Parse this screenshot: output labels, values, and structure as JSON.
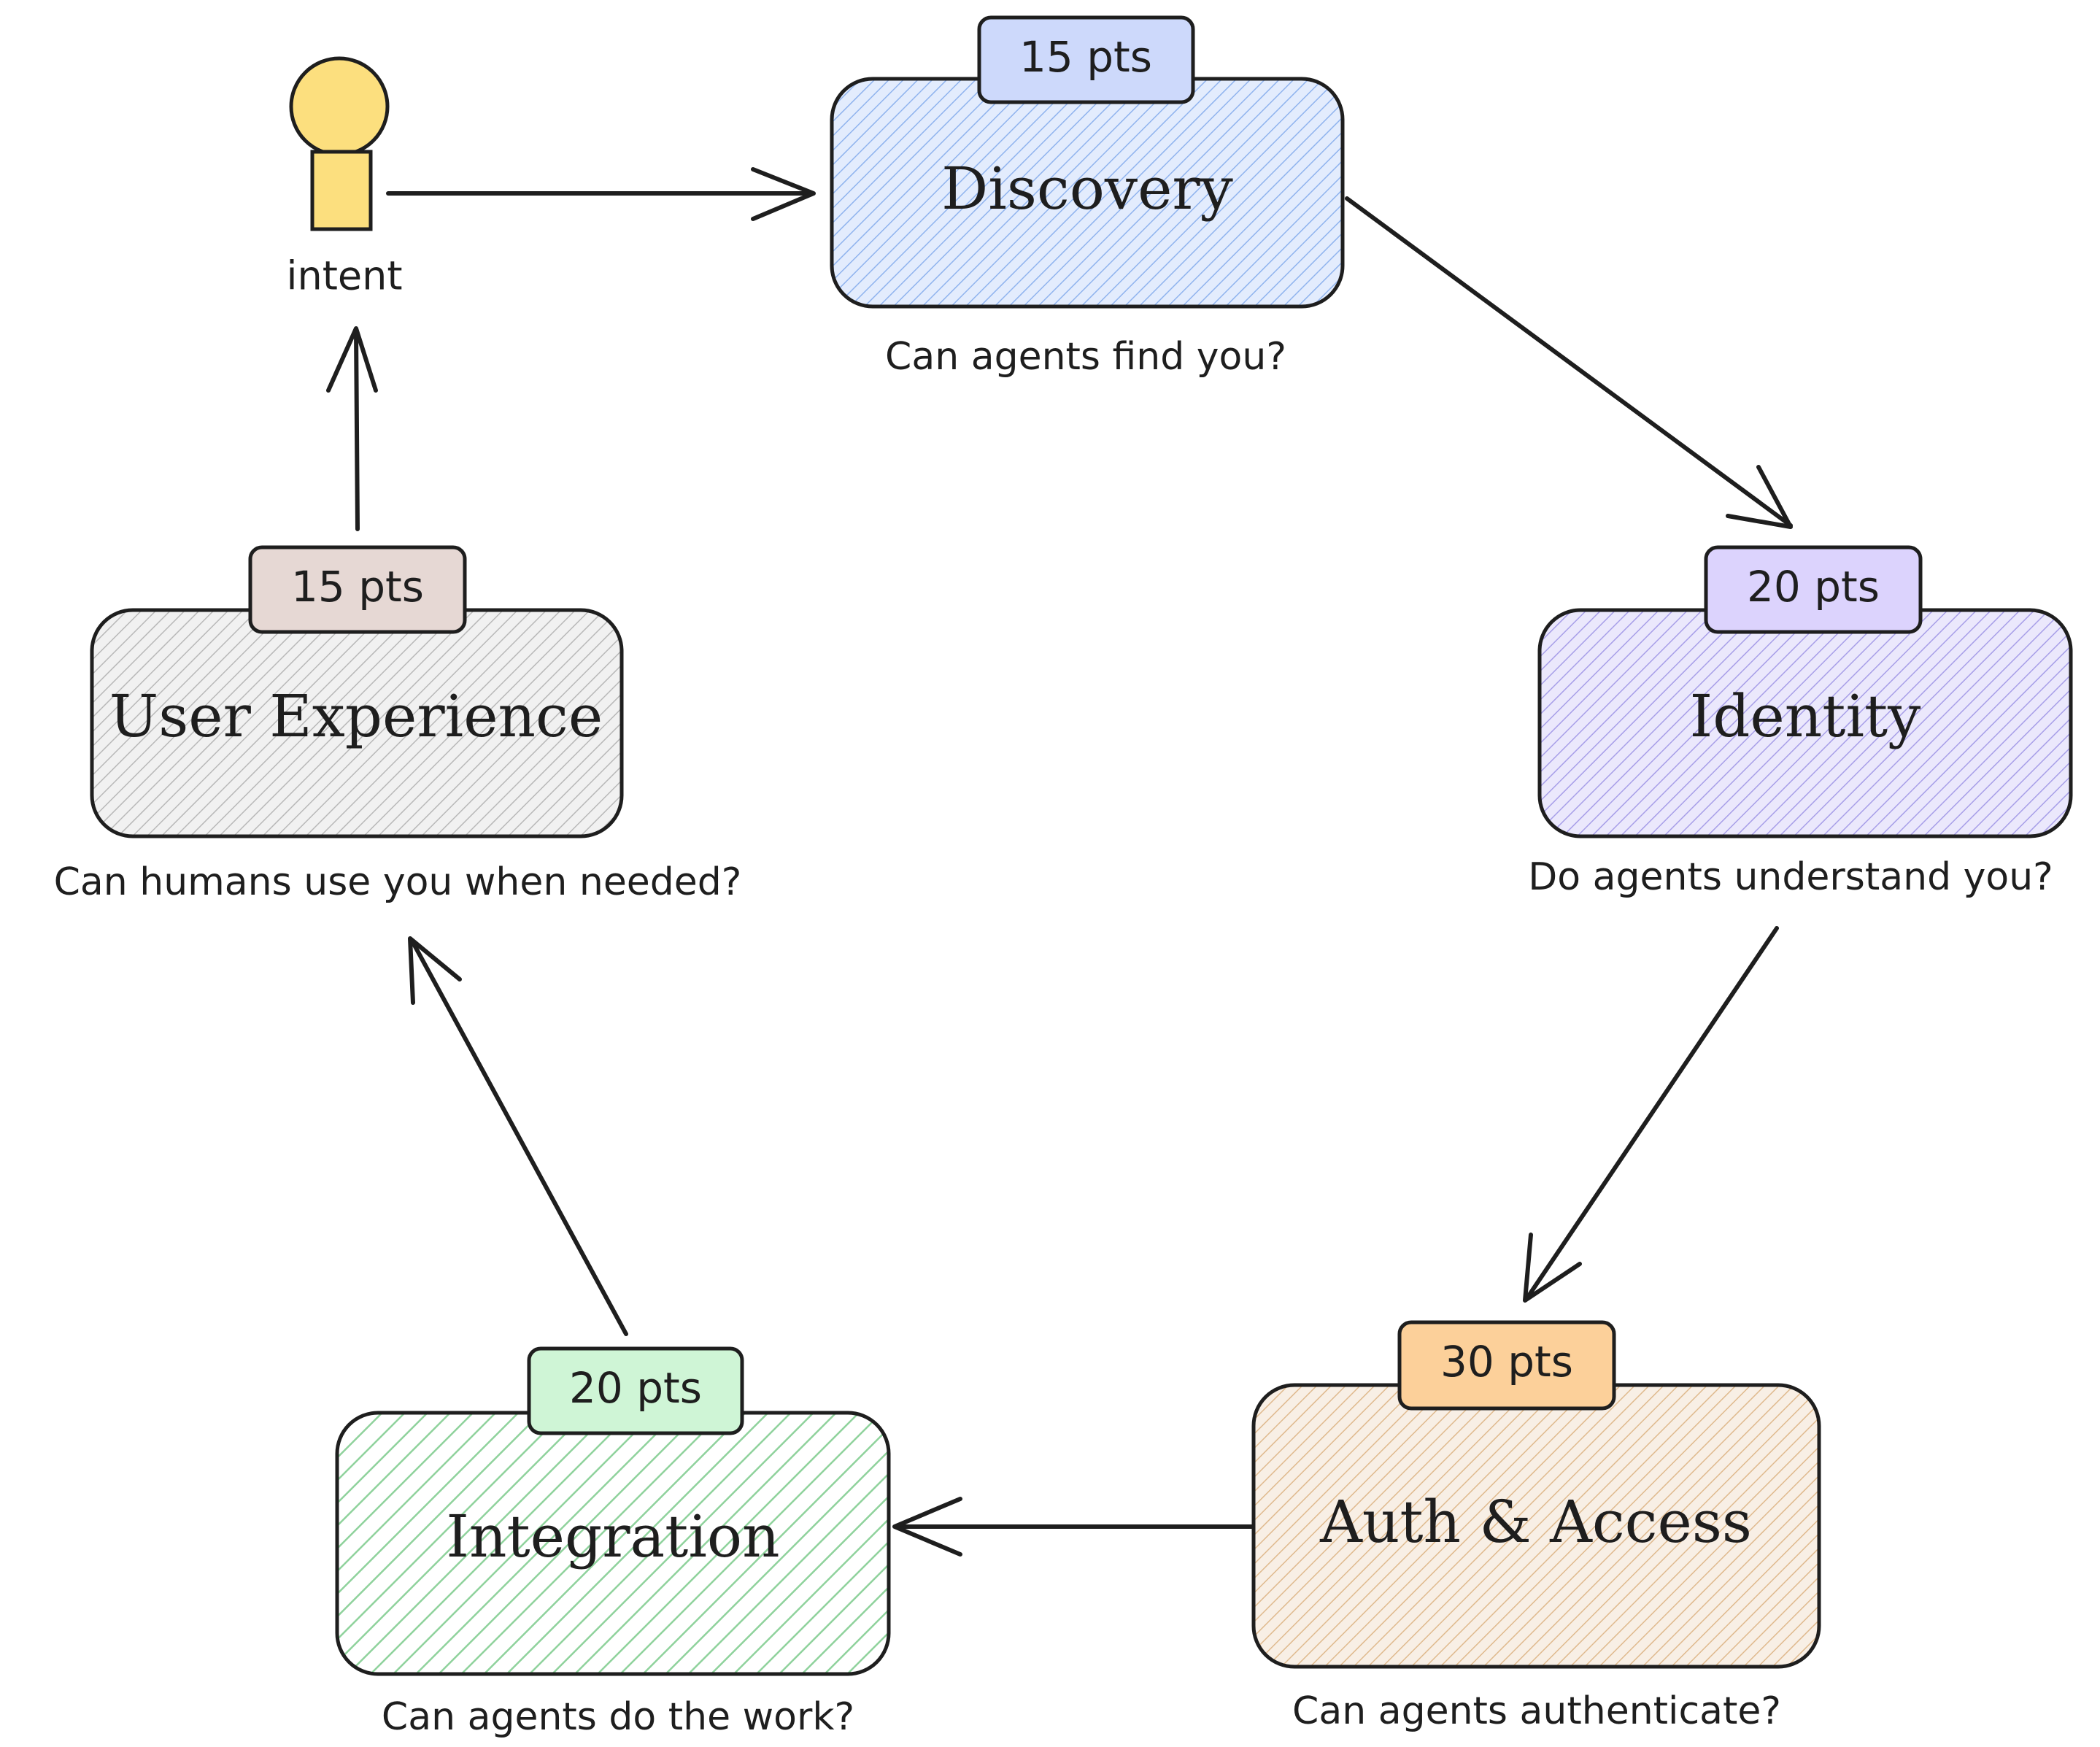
{
  "actor": {
    "label": "intent",
    "icon": "person-icon",
    "color": "#fcdf7e"
  },
  "stages": {
    "discovery": {
      "title": "Discovery",
      "points": "15 pts",
      "question": "Can agents find you?",
      "fill": "#c5dafb",
      "badge_fill": "#cdd9fb"
    },
    "identity": {
      "title": "Identity",
      "points": "20 pts",
      "question": "Do agents understand you?",
      "fill": "#cfc9f7",
      "badge_fill": "#dcd3fd"
    },
    "auth": {
      "title": "Auth & Access",
      "points": "30 pts",
      "question": "Can agents authenticate?",
      "fill": "#f2dcc2",
      "badge_fill": "#fcd09a"
    },
    "integration": {
      "title": "Integration",
      "points": "20 pts",
      "question": "Can agents do the work?",
      "fill": "#bfe6c6",
      "badge_fill": "#cff5d6"
    },
    "ux": {
      "title": "User Experience",
      "points": "15 pts",
      "question": "Can humans use you when needed?",
      "fill": "#d8d8d8",
      "badge_fill": "#e6d8d4"
    }
  },
  "flow": [
    "intent",
    "discovery",
    "identity",
    "auth",
    "integration",
    "ux",
    "intent"
  ]
}
